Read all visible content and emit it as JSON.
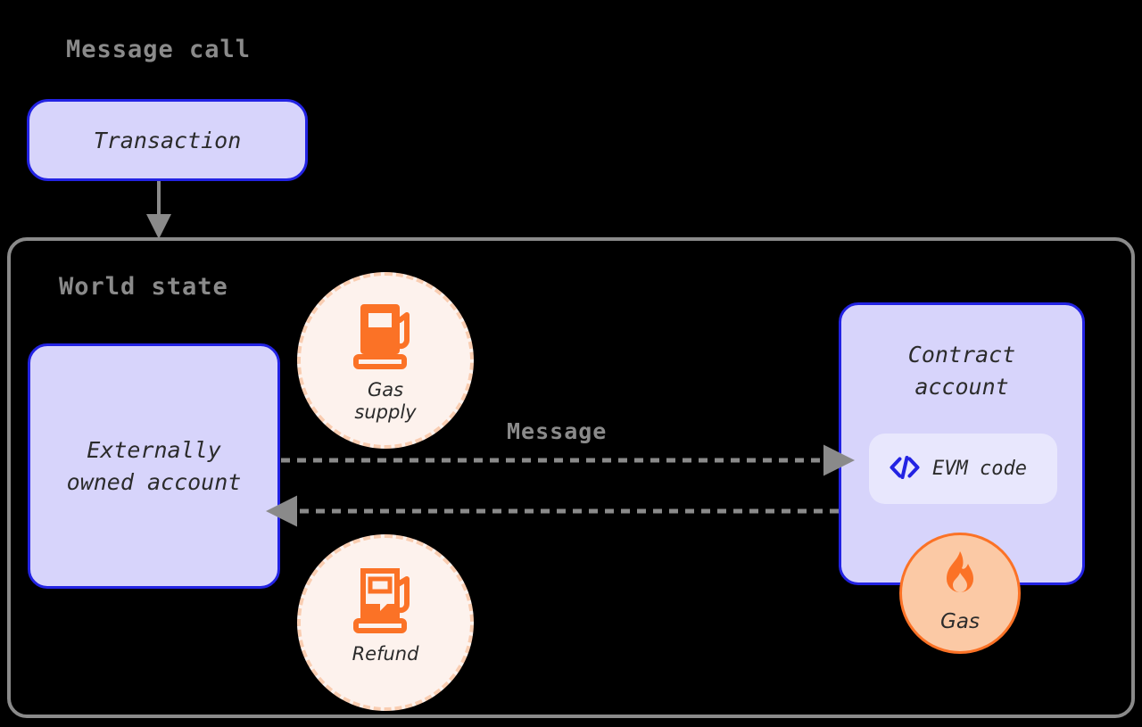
{
  "diagram": {
    "title": "Message call",
    "background": "#000000"
  },
  "sections": {
    "message_call_title": "Message call",
    "world_state_title": "World state"
  },
  "nodes": {
    "transaction": {
      "label": "Transaction"
    },
    "eoa": {
      "line1": "Externally",
      "line2": "owned account"
    },
    "contract": {
      "line1": "Contract",
      "line2": "account"
    },
    "evm_code": {
      "label": "EVM code",
      "icon": "code-brackets-icon"
    }
  },
  "badges": {
    "gas_supply": {
      "line1": "Gas",
      "line2": "supply",
      "icon": "fuel-pump-full-icon"
    },
    "refund": {
      "line1": "Refund",
      "line2": "",
      "icon": "fuel-pump-partial-icon"
    },
    "gas": {
      "label": "Gas",
      "icon": "flame-icon"
    }
  },
  "edges": {
    "transaction_to_world_state": {
      "label": "",
      "style": "solid",
      "direction": "down"
    },
    "message_forward": {
      "label": "Message",
      "style": "dashed",
      "direction": "right"
    },
    "message_return": {
      "label": "",
      "style": "dashed",
      "direction": "left"
    }
  },
  "colors": {
    "box_fill": "#d7d4fb",
    "box_border": "#2323e3",
    "chip_fill": "#e8e7fd",
    "circle_fill": "#fdf2ed",
    "circle_border": "#f9cdb1",
    "orange": "#fb7226",
    "badge_fill": "#fbc9a5",
    "gray": "#8a8a8a",
    "text": "#2b2b2b",
    "background": "#000000"
  }
}
